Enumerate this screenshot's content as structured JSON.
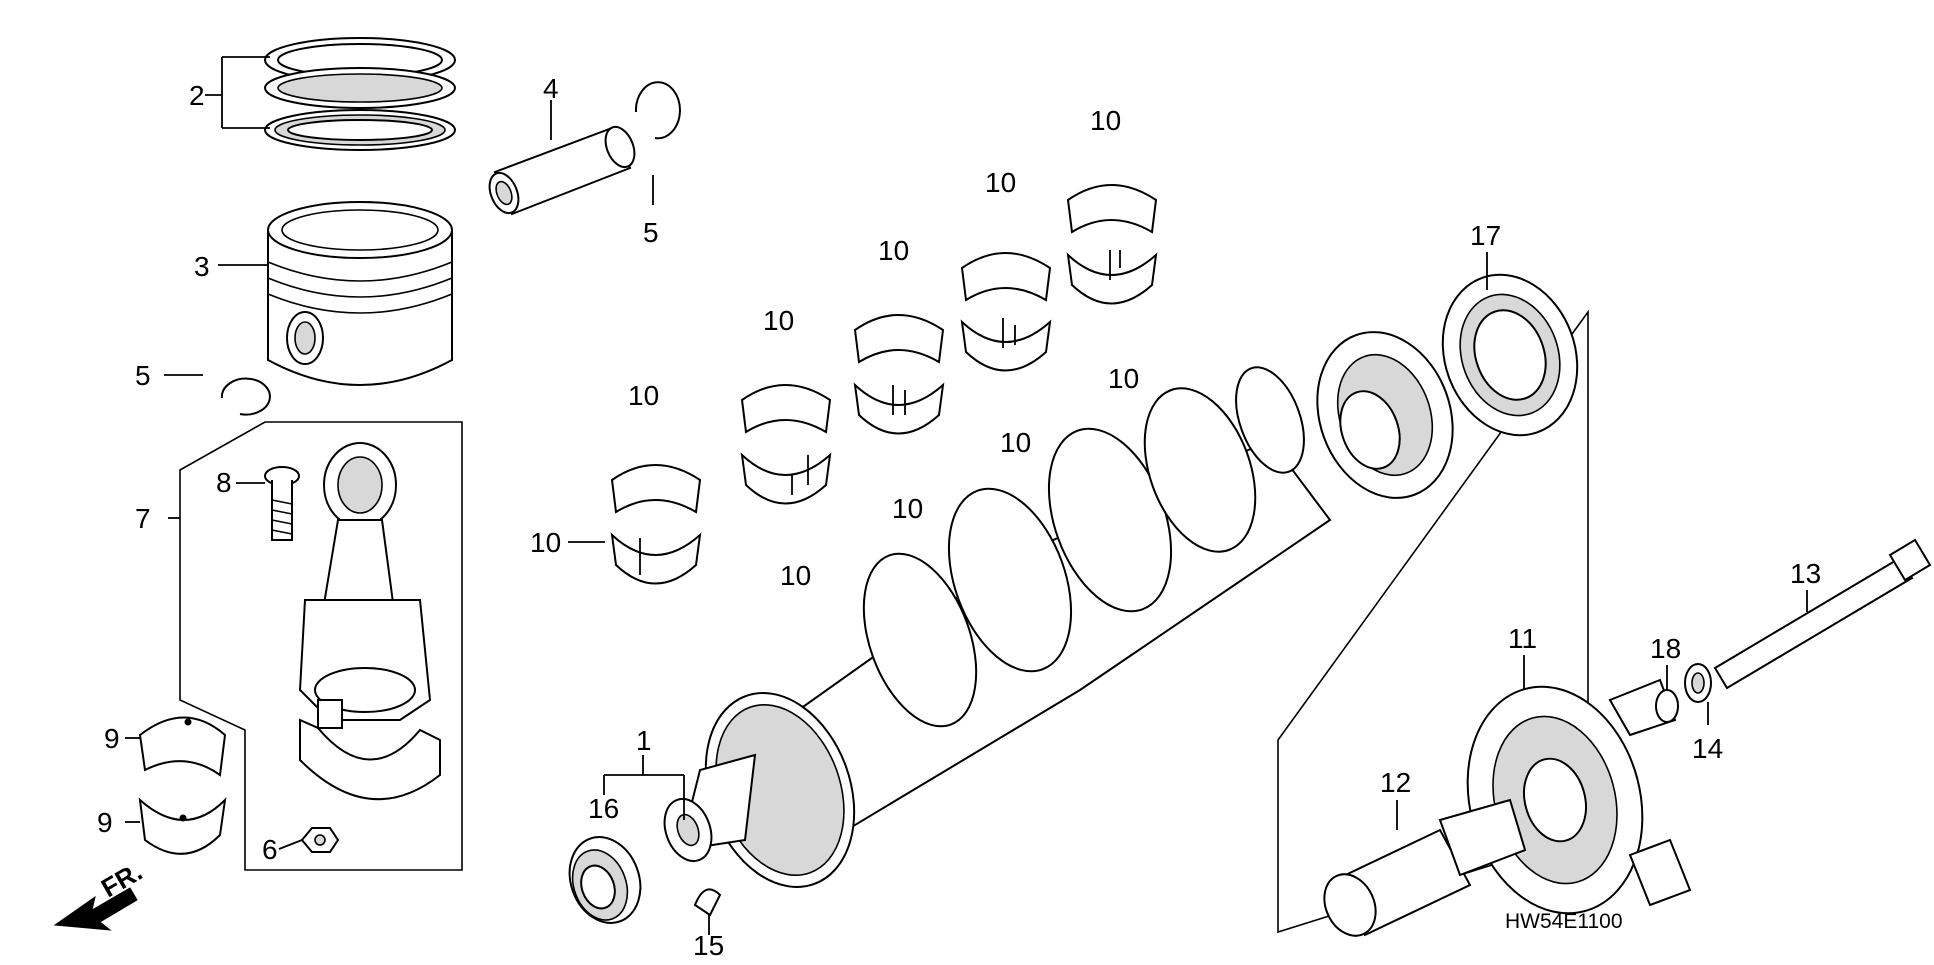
{
  "diagram": {
    "code": "HW54E1100",
    "direction_label": "FR.",
    "callouts": {
      "c1": "1",
      "c2": "2",
      "c3": "3",
      "c4": "4",
      "c5": "5",
      "c6": "6",
      "c7": "7",
      "c8": "8",
      "c9": "9",
      "c10": "10",
      "c11": "11",
      "c12": "12",
      "c13": "13",
      "c14": "14",
      "c15": "15",
      "c16": "16",
      "c17": "17",
      "c18": "18"
    }
  }
}
